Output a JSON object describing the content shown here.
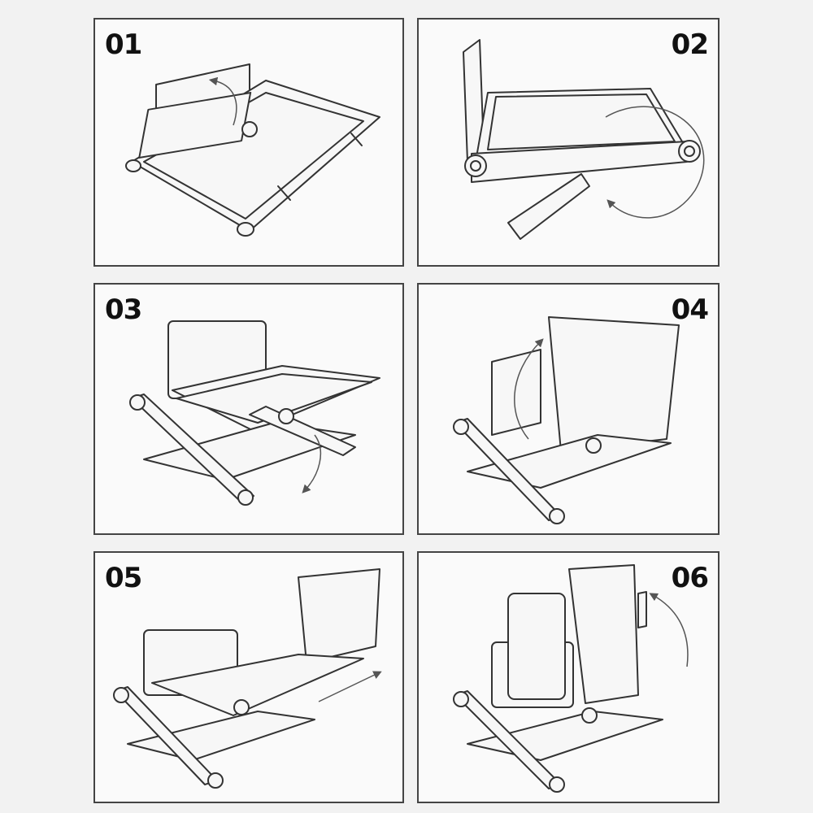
{
  "steps": [
    {
      "number": "01"
    },
    {
      "number": "02"
    },
    {
      "number": "03"
    },
    {
      "number": "04"
    },
    {
      "number": "05"
    },
    {
      "number": "06"
    }
  ],
  "colors": {
    "border": "#444444",
    "panel_background": "#fafafa",
    "line": "#333333",
    "arrow": "#555555"
  }
}
